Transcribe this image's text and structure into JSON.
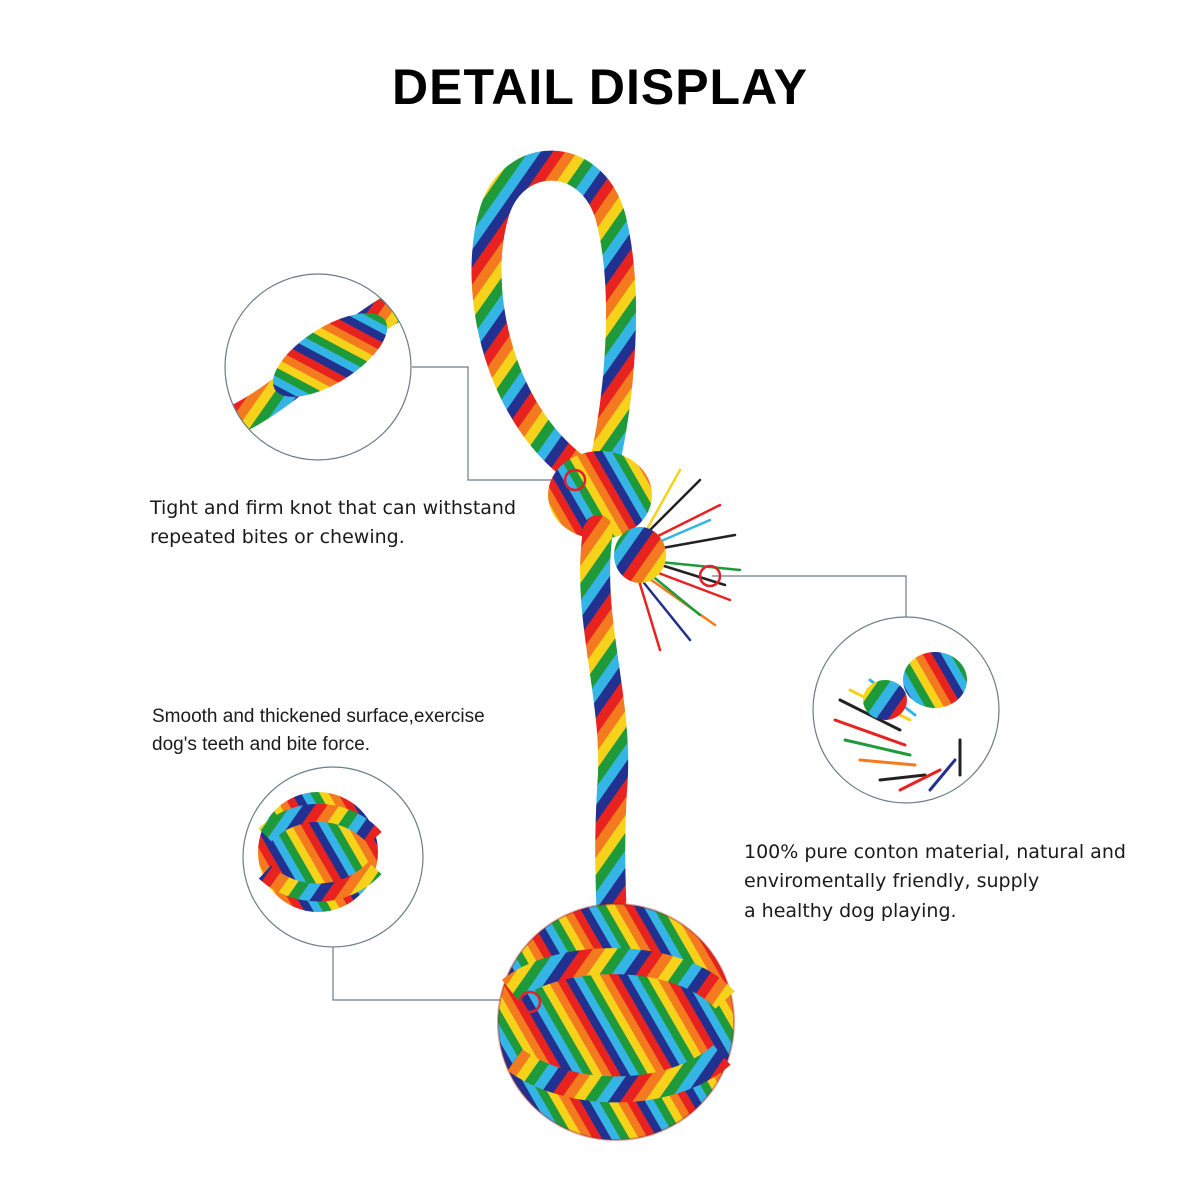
{
  "title": "DETAIL DISPLAY",
  "captions": {
    "knot": "Tight and firm knot that can withstand\nrepeated bites or chewing.",
    "surface": "Smooth and thickened surface,exercise\ndog's teeth and bite force.",
    "material": "100% pure conton material, natural and\nenviromentally friendly, supply\na healthy dog playing."
  },
  "colors": {
    "rope": [
      "#e8231f",
      "#f47a1f",
      "#f7d21b",
      "#1e9a3b",
      "#35b4e6",
      "#22318f"
    ],
    "leader_line": "#6b7d86",
    "marker": "#e0202a"
  }
}
